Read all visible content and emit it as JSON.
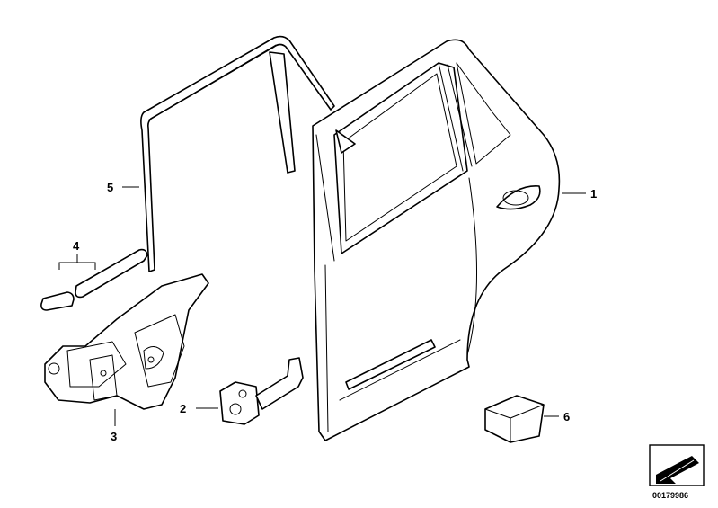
{
  "callouts": [
    {
      "id": "1",
      "label": "1"
    },
    {
      "id": "2",
      "label": "2"
    },
    {
      "id": "3",
      "label": "3"
    },
    {
      "id": "4",
      "label": "4"
    },
    {
      "id": "5",
      "label": "5"
    },
    {
      "id": "6",
      "label": "6"
    }
  ],
  "reference_number": "00179986",
  "colors": {
    "line": "#000000",
    "background": "#ffffff"
  }
}
